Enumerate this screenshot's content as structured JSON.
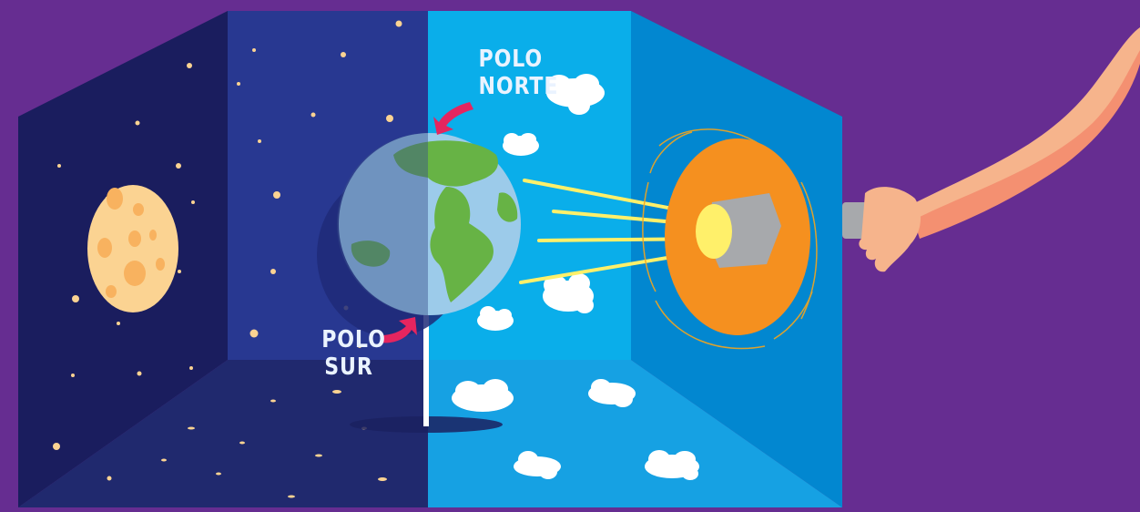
{
  "labels": {
    "north_pole": {
      "line1": "POLO",
      "line2": "NORTE"
    },
    "south_pole": {
      "line1": "POLO",
      "line2": "SUR"
    }
  },
  "colors": {
    "background": "#662d91",
    "night_wall_left": "#1a1d5e",
    "night_wall_back": "#283891",
    "day_wall_back": "#0aaeea",
    "day_wall_right": "#0287d0",
    "floor_night": "#20296e",
    "floor_day": "#16a1e3",
    "earth_ocean": "#9ccbea",
    "earth_land": "#67b345",
    "moon": "#fbd392",
    "moon_crater": "#f8b25f",
    "flashlight_glow": "#f5901f",
    "light_beam": "#fff06a",
    "arrow": "#e5255f",
    "skin": "#f6b48c"
  },
  "icons": [
    "moon-icon",
    "earth-globe-icon",
    "flashlight-icon",
    "hand-icon",
    "cloud-icon",
    "star-icon",
    "arrow-icon"
  ]
}
